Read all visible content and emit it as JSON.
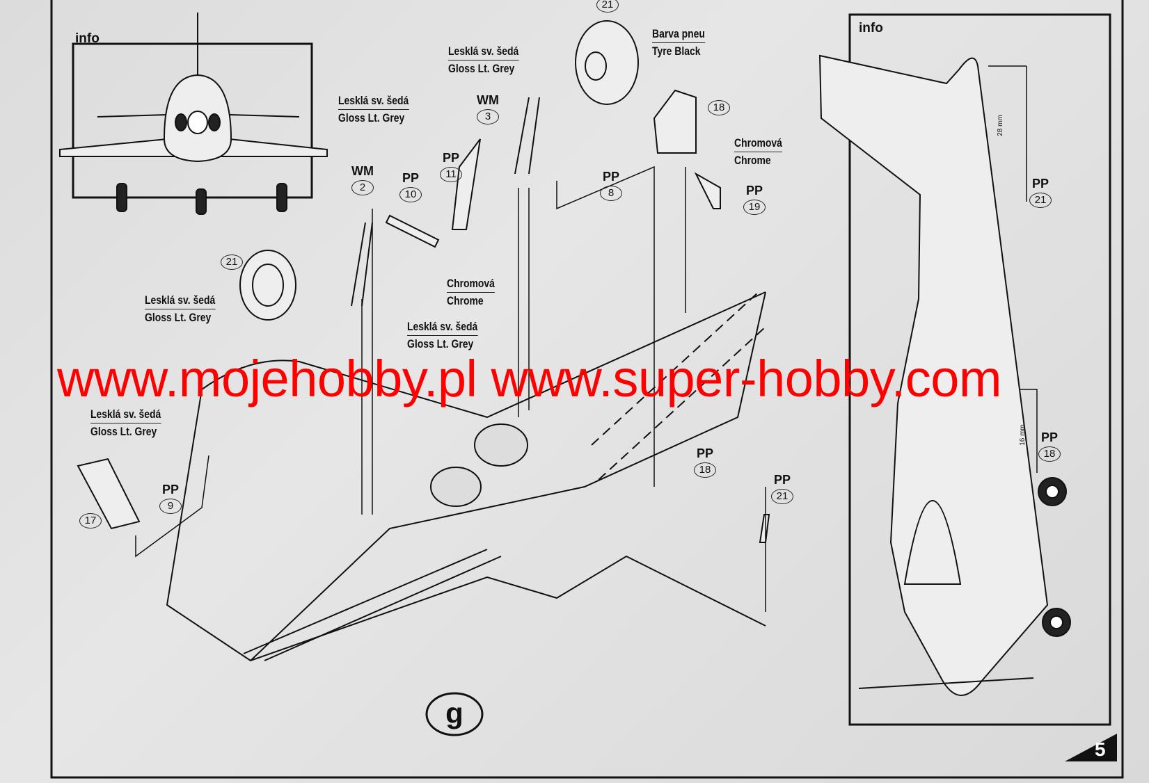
{
  "info_labels": {
    "front_view": "info",
    "side_view": "info"
  },
  "paints": {
    "gloss_cz": "Lesklá sv. šedá",
    "gloss_en": "Gloss Lt. Grey",
    "chrome_cz": "Chromová",
    "chrome_en": "Chrome",
    "tyre_cz": "Barva pneu",
    "tyre_en": "Tyre Black"
  },
  "parts": {
    "wm2": {
      "set": "WM",
      "num": "2"
    },
    "wm3": {
      "set": "WM",
      "num": "3"
    },
    "pp8": {
      "set": "PP",
      "num": "8"
    },
    "pp9": {
      "set": "PP",
      "num": "9"
    },
    "pp10": {
      "set": "PP",
      "num": "10"
    },
    "pp11": {
      "set": "PP",
      "num": "11"
    },
    "pp18a": {
      "set": "PP",
      "num": "18"
    },
    "pp18b": {
      "set": "PP",
      "num": "18"
    },
    "pp19": {
      "set": "PP",
      "num": "19"
    },
    "pp21a": {
      "set": "PP",
      "num": "21"
    },
    "pp21b": {
      "set": "PP",
      "num": "21"
    },
    "n17": "17",
    "n18": "18",
    "n21a": "21",
    "n21b": "21"
  },
  "dimensions": {
    "tail": "28 mm",
    "gear": "16 mm"
  },
  "step": "g",
  "page_number": "5",
  "watermark": "www.mojehobby.pl www.super-hobby.com"
}
